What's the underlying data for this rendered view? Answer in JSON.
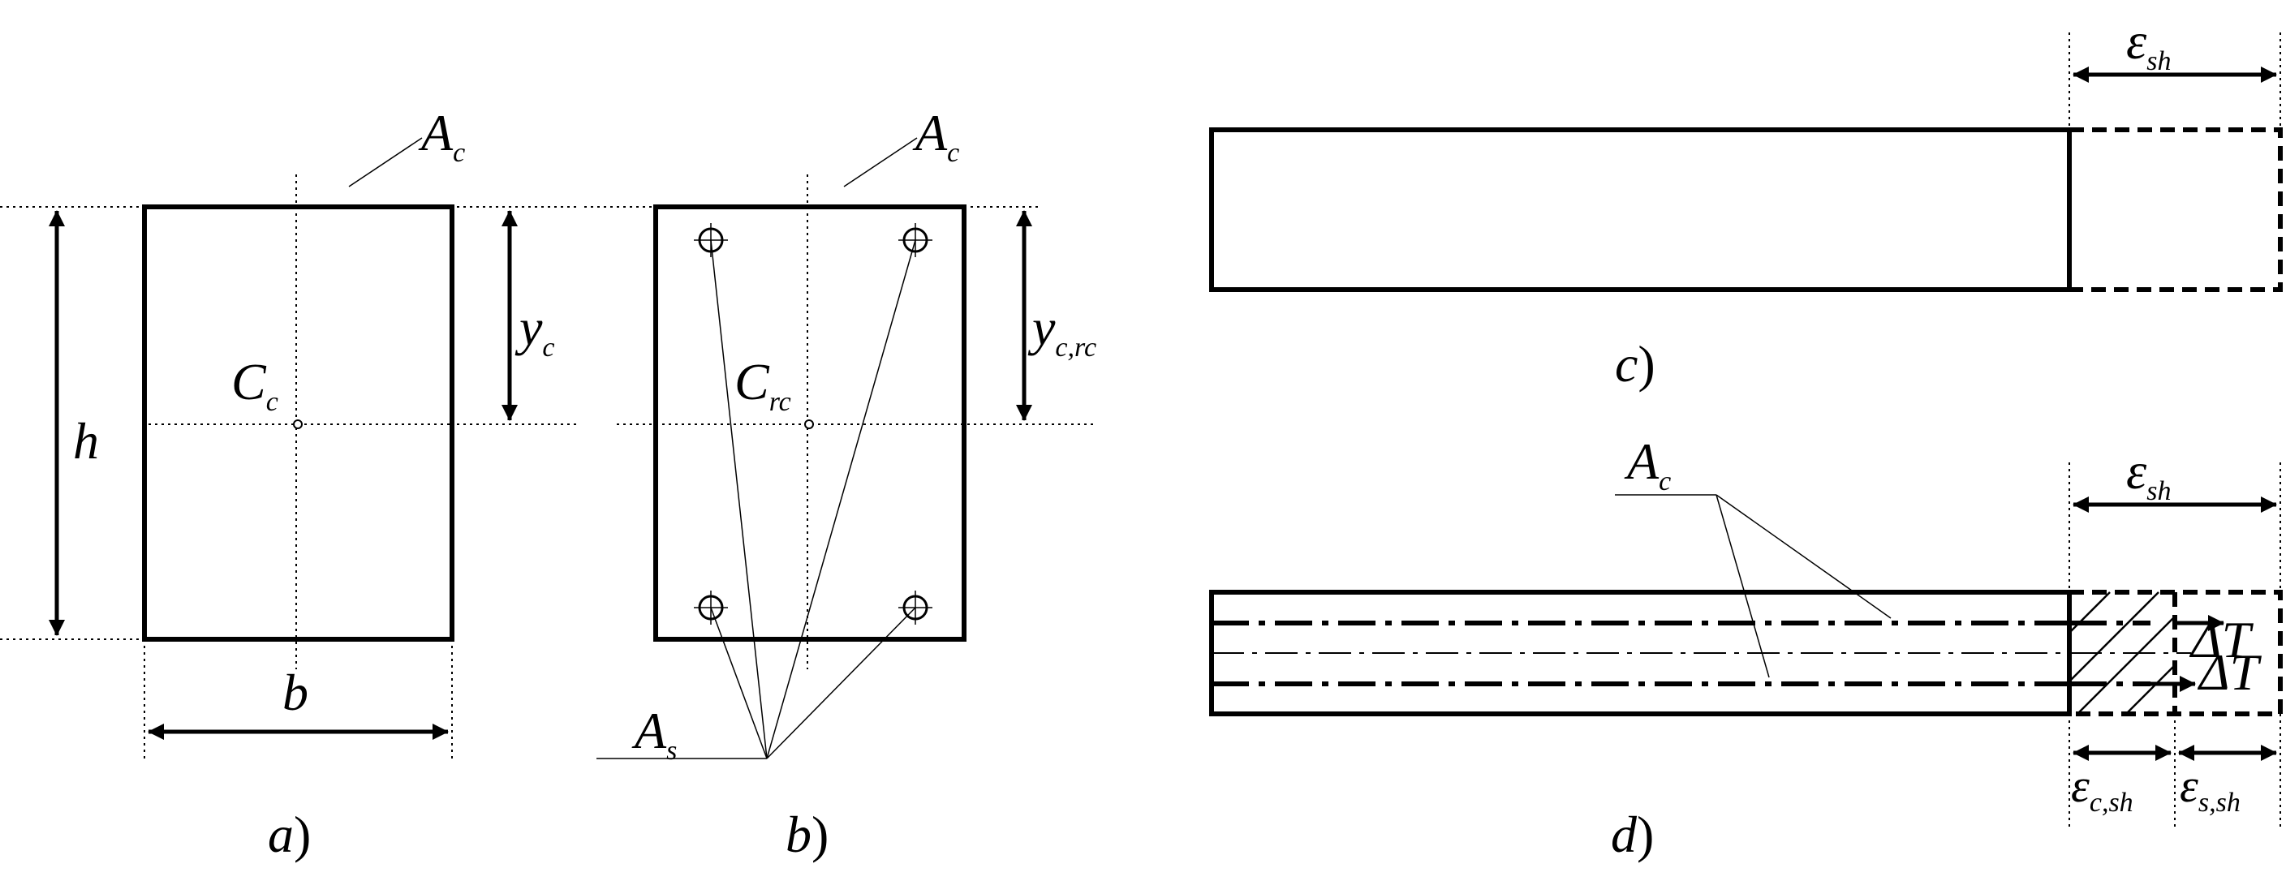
{
  "panels": {
    "a": {
      "caption_letter": "a",
      "caption_paren": ")",
      "area_label": "A",
      "area_sub": "c",
      "centroid_label": "C",
      "centroid_sub": "c",
      "height_label": "h",
      "width_label": "b",
      "distance_label": "y",
      "distance_sub": "c"
    },
    "b": {
      "caption_letter": "b",
      "caption_paren": ")",
      "area_label": "A",
      "area_sub": "c",
      "centroid_label": "C",
      "centroid_sub": "rc",
      "distance_label": "y",
      "distance_sub": "c,rc",
      "steel_label": "A",
      "steel_sub": "s"
    },
    "c": {
      "caption_letter": "c",
      "caption_paren": ")",
      "strain_label": "ε",
      "strain_sub": "sh"
    },
    "d": {
      "caption_letter": "d",
      "caption_paren": ")",
      "area_label": "A",
      "area_sub": "c",
      "strain_label": "ε",
      "strain_sub": "sh",
      "force_top": "ΔT",
      "force_bottom": "ΔT",
      "concrete_strain_label": "ε",
      "concrete_strain_sub": "c,sh",
      "steel_strain_label": "ε",
      "steel_strain_sub": "s,sh"
    }
  }
}
